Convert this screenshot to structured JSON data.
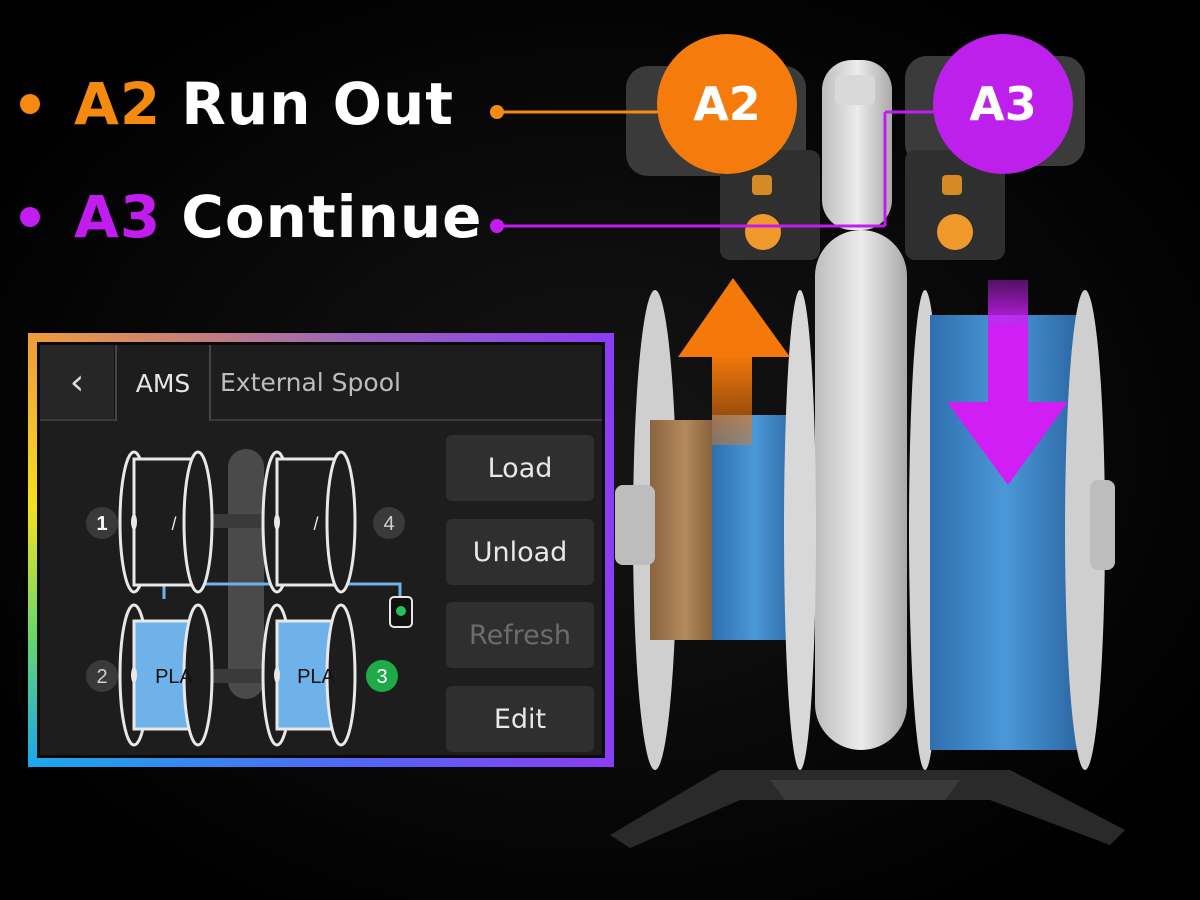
{
  "legend": {
    "a2": {
      "tag": "A2",
      "text": "Run Out",
      "color": "#f58a0f"
    },
    "a3": {
      "tag": "A3",
      "text": "Continue",
      "color": "#c21cf0"
    }
  },
  "badges": {
    "a2": "A2",
    "a3": "A3"
  },
  "panel": {
    "back_icon": "chevron-left-icon",
    "back_glyph": "‹",
    "tabs": [
      {
        "label": "AMS"
      },
      {
        "label": "External Spool"
      }
    ],
    "buttons": {
      "load": "Load",
      "unload": "Unload",
      "refresh": "Refresh",
      "edit": "Edit"
    },
    "slots": [
      {
        "number": "1",
        "material": "/"
      },
      {
        "number": "4",
        "material": "/"
      },
      {
        "number": "2",
        "material": "PLA"
      },
      {
        "number": "3",
        "material": "PLA"
      }
    ]
  },
  "colors": {
    "filament_blue": "#6fb2ea",
    "active_slot": "#1faa4a",
    "path_line": "#6fb2ea",
    "panel_bg": "#1d1d1d"
  }
}
